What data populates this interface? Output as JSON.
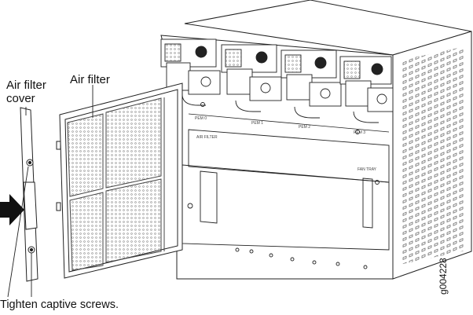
{
  "labels": {
    "air_filter_cover": "Air filter cover",
    "air_filter": "Air filter",
    "tighten_screws": "Tighten captive screws.",
    "figure_id": "g004228"
  },
  "chassis_markings": {
    "pem_labels": [
      "PEM 0",
      "PEM 1",
      "PEM 2",
      "PEM 3"
    ],
    "air_filter_marking": "AIR FILTER",
    "fan_tray_marking": "FAN TRAY"
  },
  "colors": {
    "line": "#222222",
    "arrow": "#111111",
    "background": "#ffffff"
  },
  "icons": [
    "insert-arrow-icon"
  ]
}
